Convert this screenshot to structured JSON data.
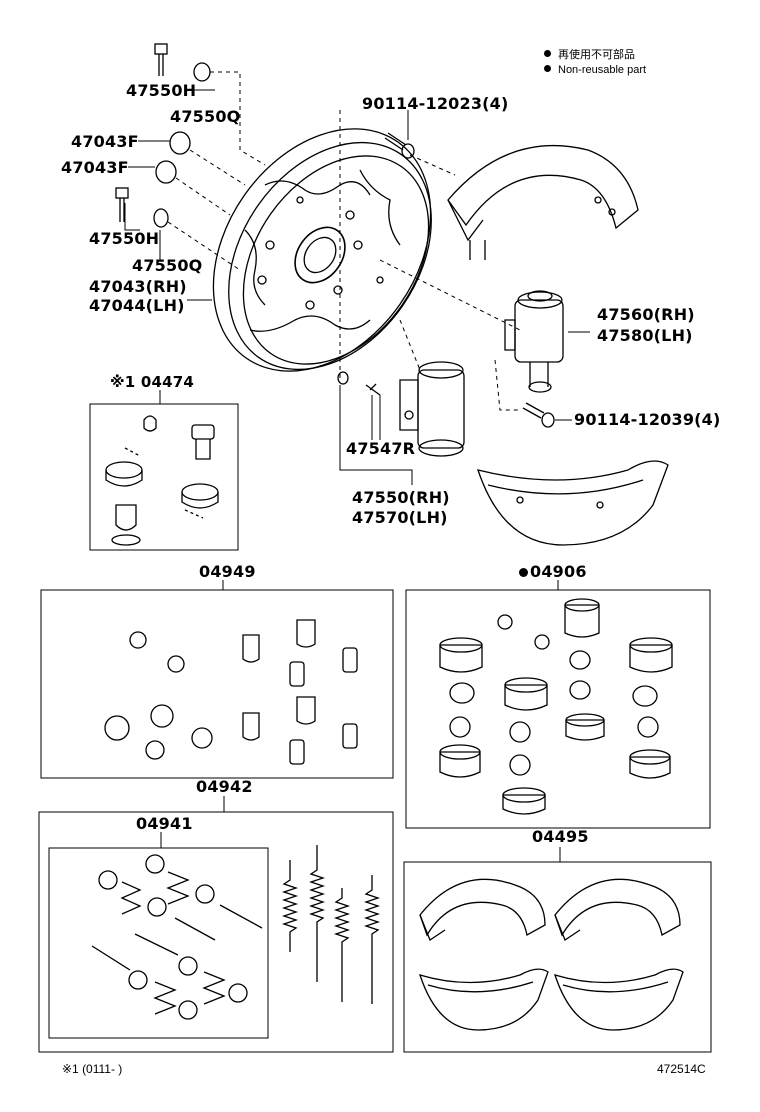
{
  "legend": {
    "line1": "再使用不可部品",
    "line2": "Non-reusable part"
  },
  "labels": {
    "p47550H_top": "47550H",
    "p47550Q_top": "47550Q",
    "p47043F_a": "47043F",
    "p47043F_b": "47043F",
    "p47550H_mid": "47550H",
    "p47550Q_mid": "47550Q",
    "p47043RH": "47043(RH)",
    "p47044LH": "47044(LH)",
    "p90114_12023": "90114-12023(4)",
    "p47560RH": "47560(RH)",
    "p47580LH": "47580(LH)",
    "p90114_12039": "90114-12039(4)",
    "p04474": "※1 04474",
    "p47547R": "47547R",
    "p47550RH": "47550(RH)",
    "p47570LH": "47570(LH)",
    "p04949": "04949",
    "p04906": "04906",
    "p04942": "04942",
    "p04941": "04941",
    "p04495": "04495"
  },
  "footer": {
    "note": "※1  (0111-        )",
    "code": "472514C"
  },
  "colors": {
    "ink": "#000000",
    "paper": "#ffffff"
  }
}
